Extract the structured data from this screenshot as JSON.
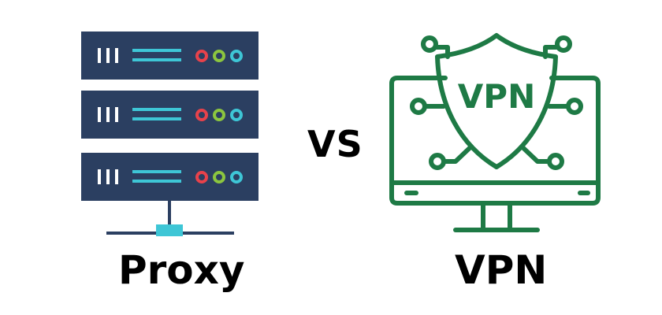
{
  "labels": {
    "proxy": "Proxy",
    "vs": "VS",
    "vpn": "VPN"
  },
  "vpn_shield_text": "VPN",
  "colors": {
    "server_body": "#2b3f61",
    "server_accent": "#3ec6d6",
    "led_red": "#e8424b",
    "led_green": "#8cc63f",
    "led_teal": "#3ec6d6",
    "vpn_green": "#1e7a45",
    "text": "#000000"
  },
  "icons": {
    "left": "proxy-server-stack-icon",
    "right": "vpn-monitor-shield-icon"
  }
}
